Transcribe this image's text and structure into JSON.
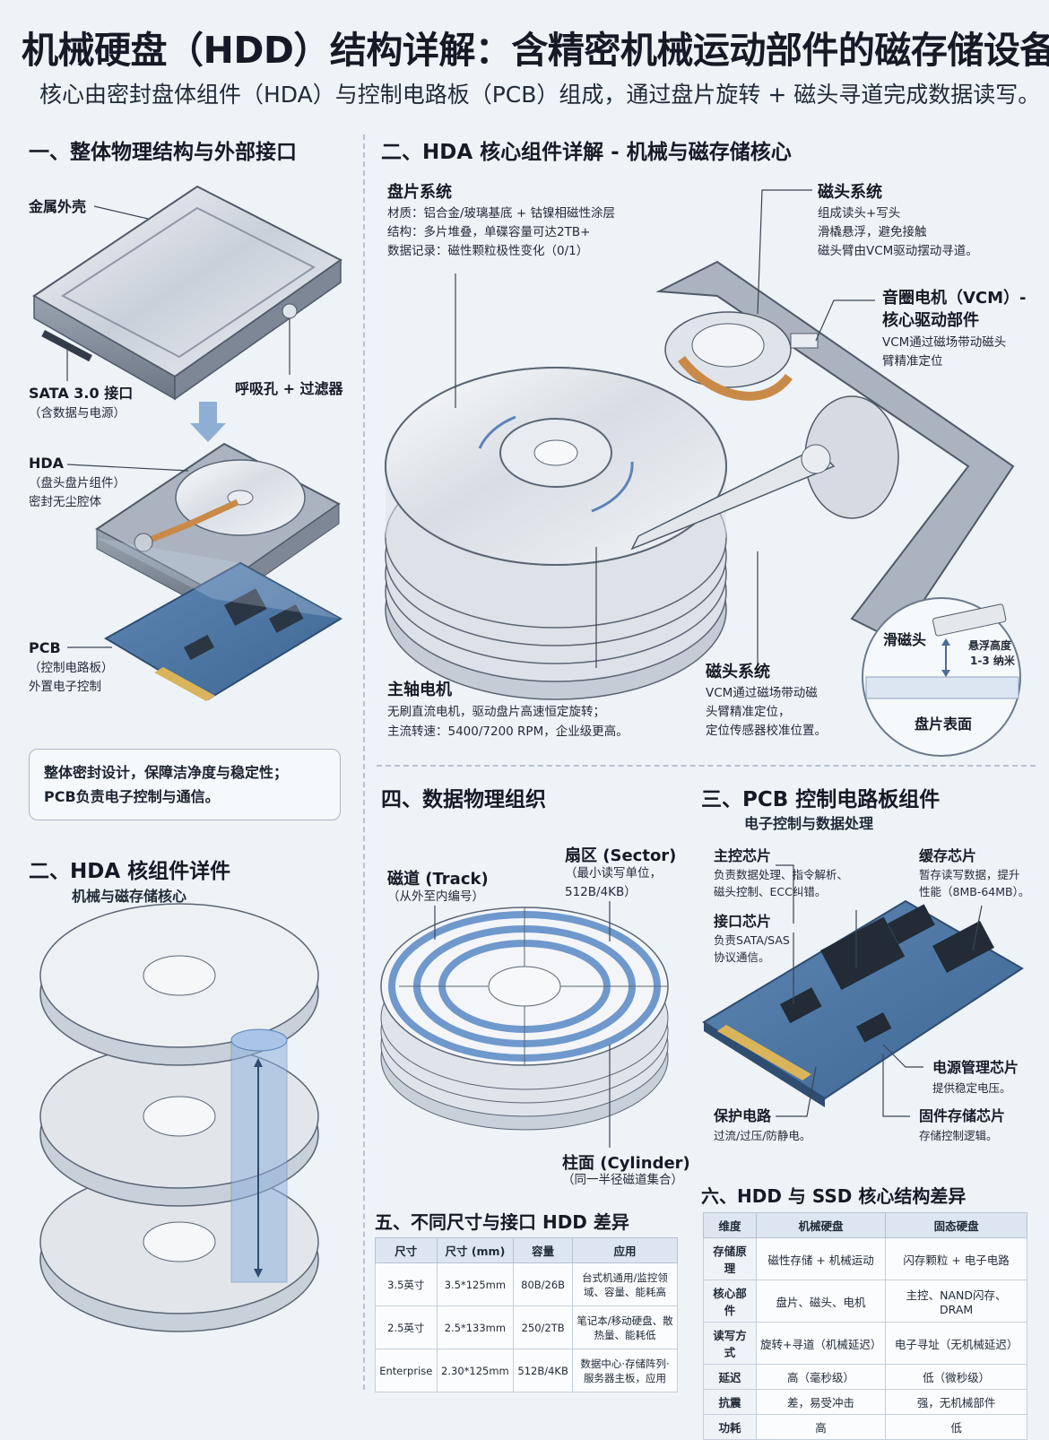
{
  "title": "机械硬盘（HDD）结构详解：含精密机械运动部件的磁存储设备",
  "subtitle": "核心由密封盘体组件（HDA）与控制电路板（PCB）组成，通过盘片旋转 + 磁头寻道完成数据读写。",
  "sec1": {
    "heading": "一、整体物理结构与外部接口",
    "labels": {
      "shell": "金属外壳",
      "sata": [
        "SATA 3.0 接口",
        "（含数据与电源）"
      ],
      "breather": "呼吸孔 + 过滤器",
      "hda": [
        "HDA",
        "（盘头盘片组件）",
        "密封无尘腔体"
      ],
      "pcb": [
        "PCB",
        "（控制电路板）",
        "外置电子控制"
      ]
    },
    "summary": [
      "整体密封设计，保障洁净度与稳定性；",
      "PCB负责电子控制与通信。"
    ]
  },
  "sec2": {
    "heading": "二、HDA 核心组件详解 - 机械与磁存储核心",
    "platter": {
      "title": "盘片系统",
      "lines": [
        "材质：铝合金/玻璃基底 + 钴镍相磁性涂层",
        "结构：多片堆叠，单碟容量可达2TB+",
        "数据记录：磁性颗粒极性变化（0/1）"
      ]
    },
    "head_top": {
      "title": "磁头系统",
      "lines": [
        "组成读头+写头",
        "滑橇悬浮，避免接触",
        "磁头臂由VCM驱动摆动寻道。"
      ]
    },
    "vcm": {
      "title": [
        "音圈电机（VCM）-",
        "核心驱动部件"
      ],
      "lines": [
        "VCM通过磁场带动磁头",
        "臂精准定位"
      ]
    },
    "spindle": {
      "title": "主轴电机",
      "lines": [
        "无刷直流电机，驱动盘片高速恒定旋转；",
        "主流转速：5400/7200 RPM，企业级更高。"
      ]
    },
    "head_bottom": {
      "title": "磁头系统",
      "lines": [
        "VCM通过磁场带动磁",
        "头臂精准定位，",
        "定位传感器校准位置。"
      ]
    },
    "inset": {
      "slider": "滑磁头",
      "height": [
        "悬浮高度",
        "1-3 纳米"
      ],
      "surface": "盘片表面"
    }
  },
  "sec2b": {
    "heading": "二、HDA 核组件详件",
    "sub": "机械与磁存储核心"
  },
  "sec4": {
    "heading": "四、数据物理组织",
    "track": [
      "磁道 (Track)",
      "（从外至内编号）"
    ],
    "sector": [
      "扇区 (Sector)",
      "（最小读写单位，",
      "512B/4KB）"
    ],
    "cylinder": [
      "柱面 (Cylinder)",
      "（同一半径磁道集合）"
    ]
  },
  "sec3": {
    "heading": "三、PCB 控制电路板组件",
    "sub": "电子控制与数据处理",
    "main_chip": {
      "title": "主控芯片",
      "lines": [
        "负责数据处理、指令解析、",
        "磁头控制、ECC纠错。"
      ]
    },
    "cache": {
      "title": "缓存芯片",
      "lines": [
        "暂存读写数据，提升",
        "性能（8MB-64MB）。"
      ]
    },
    "iface": {
      "title": "接口芯片",
      "lines": [
        "负责SATA/SAS",
        "协议通信。"
      ]
    },
    "power": {
      "title": "电源管理芯片",
      "lines": [
        "提供稳定电压。"
      ]
    },
    "protect": {
      "title": "保护电路",
      "lines": [
        "过流/过压/防静电。"
      ]
    },
    "firmware": {
      "title": "固件存储芯片",
      "lines": [
        "存储控制逻辑。"
      ]
    }
  },
  "sec5": {
    "heading": "五、不同尺寸与接口 HDD 差异",
    "headers": [
      "尺寸",
      "尺寸 (mm)",
      "容量",
      "应用"
    ],
    "rows": [
      [
        "3.5英寸",
        "3.5*125mm",
        "80B/26B",
        "台式机通用/监控领域、容量、能耗高"
      ],
      [
        "2.5英寸",
        "2.5*133mm",
        "250/2TB",
        "笔记本/移动硬盘、散热量、能耗低"
      ],
      [
        "Enterprise",
        "2.30*125mm",
        "512B/4KB",
        "数据中心·存储阵列·服务器主板，应用"
      ]
    ]
  },
  "sec6": {
    "heading": "六、HDD 与 SSD 核心结构差异",
    "headers": [
      "维度",
      "机械硬盘",
      "固态硬盘"
    ],
    "rows": [
      [
        "存储原理",
        "磁性存储 + 机械运动",
        "闪存颗粒 + 电子电路"
      ],
      [
        "核心部件",
        "盘片、磁头、电机",
        "主控、NAND闪存、DRAM"
      ],
      [
        "读写方式",
        "旋转+寻道（机械延迟）",
        "电子寻址（无机械延迟）"
      ],
      [
        "延迟",
        "高（毫秒级）",
        "低（微秒级）"
      ],
      [
        "抗震",
        "差，易受冲击",
        "强，无机械部件"
      ],
      [
        "功耗",
        "高",
        "低"
      ]
    ]
  }
}
